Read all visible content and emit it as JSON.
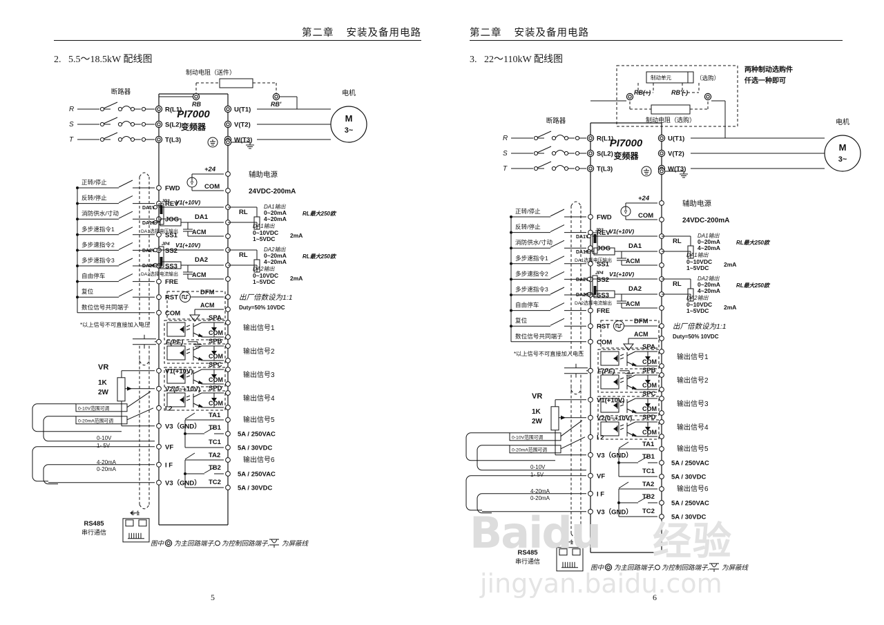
{
  "document": {
    "header_title": "第二章",
    "header_title2": "安装及备用电路",
    "watermark": {
      "part1": "Baidu",
      "part2": "经验",
      "url": "jingyan.baidu.com"
    }
  },
  "pages": [
    {
      "number": "5",
      "section_index": "2.",
      "section_title": "5.5～18.5kW 配线图"
    },
    {
      "number": "6",
      "section_index": "3.",
      "section_title": "22～110kW 配线图"
    }
  ],
  "diagram": {
    "drive_name": "PI7000",
    "drive_sub": "变频器",
    "breaker_label": "断路器",
    "motor_label": "电机",
    "motor_symbol": "M",
    "motor_phase": "3~",
    "input_phases": [
      "R",
      "S",
      "T"
    ],
    "input_terminals": [
      "R(L1)",
      "S(L2)",
      "T(L3)"
    ],
    "output_terminals": [
      "U(T1)",
      "V(T2)",
      "W(T3)"
    ],
    "brake_resistor_title_1": "制动电阻（送件）",
    "brake_terminals_1": [
      "RB",
      "RB'"
    ],
    "brake_unit_label": "制动单元",
    "brake_unit_option": "（选购）",
    "brake_resistor_title_2": "制动电阻（选购）",
    "brake_terminals_2": [
      "RB(+)",
      "RB'(-)"
    ],
    "brake_note_line1": "两种制动选购件",
    "brake_note_line2": "仟选一种即可",
    "digital_inputs": [
      {
        "label": "正转/停止",
        "terminal": "FWD"
      },
      {
        "label": "反转/停止",
        "terminal": "REV"
      },
      {
        "label": "消防供水/寸动",
        "terminal": "JOG"
      },
      {
        "label": "多步速指令1",
        "terminal": "SS1"
      },
      {
        "label": "多步速指令2",
        "terminal": "SS2"
      },
      {
        "label": "多步速指令3",
        "terminal": "SS3"
      },
      {
        "label": "自由停车",
        "terminal": "FRE"
      },
      {
        "label": "复位",
        "terminal": "RST"
      },
      {
        "label": "数位信号共同端子",
        "terminal": "COM"
      }
    ],
    "digital_note": "*以上信号不可直接加入电压",
    "pe_terminal": "E(PE)",
    "vr_label": "VR",
    "vr_res": "1K",
    "vr_watt": "2W",
    "analog_terminals": [
      "V1(+10V)",
      "V2(0~+10V)",
      "I 2",
      "V3（GND）",
      "VF",
      "I F",
      "V3（GND）"
    ],
    "analog_note_v": "0-10V范围可调",
    "analog_note_i": "0-20mA范围可调",
    "vf_range1": "0-10V",
    "vf_range2": "1- 5V",
    "if_range1": "4-20mA",
    "if_range2": "0-20mA",
    "rs485_label": "RS485",
    "rs485_sub": "串行通信",
    "rs485_pins": "6    1",
    "aux_power": {
      "plus24": "+24",
      "com": "COM",
      "title": "辅助电源",
      "spec": "24VDC-200mA"
    },
    "da_blocks": [
      {
        "jumper": "JP3",
        "pin_v": "DA1V",
        "pin_c": "DA1C",
        "jumper_note": "DA1选择电压输出",
        "vref": "V1(+10V)",
        "signal": "DA1",
        "acm": "ACM",
        "rl": "RL",
        "out_title": "DA1输出",
        "out_i1": "0~20mA",
        "out_i2": "4~20mA",
        "rl_note": "RL最大250欧",
        "out_title2": "DA1输出",
        "out_v1": "0~10VDC",
        "out_v2": "1~5VDC",
        "out_ma": "2mA"
      },
      {
        "jumper": "JP4",
        "pin_v": "DA2V",
        "pin_c": "DA2C",
        "jumper_note": "DA2选择电流输出",
        "vref": "V1(+10V)",
        "signal": "DA2",
        "acm": "ACM",
        "rl": "RL",
        "out_title": "DA2输出",
        "out_i1": "0~20mA",
        "out_i2": "4~20mA",
        "rl_note": "RL最大250欧",
        "out_title2": "DA2输出",
        "out_v1": "0~10VDC",
        "out_v2": "1~5VDC",
        "out_ma": "2mA"
      }
    ],
    "dfm": {
      "terminal": "DFM",
      "acm": "ACM",
      "note": "出厂倍数设为1:1",
      "duty": "Duty=50%  10VDC"
    },
    "opto_outputs": [
      {
        "terminal": "SPA",
        "com": "COM",
        "label": "输出信号1"
      },
      {
        "terminal": "SPB",
        "com": "COM",
        "label": "输出信号2"
      },
      {
        "terminal": "SPC",
        "com": "COM",
        "label": "输出信号3"
      },
      {
        "terminal": "SPD",
        "com": "COM",
        "label": "输出信号4"
      }
    ],
    "relay_outputs": [
      {
        "ta": "TA1",
        "tb": "TB1",
        "tc": "TC1",
        "label": "输出信号5",
        "ac": "5A / 250VAC",
        "dc": "5A / 30VDC"
      },
      {
        "ta": "TA2",
        "tb": "TB2",
        "tc": "TC2",
        "label": "输出信号6",
        "ac": "5A / 250VAC",
        "dc": "5A / 30VDC"
      }
    ],
    "legend": {
      "a": "图中",
      "b": "为主回路端子,",
      "c": "为控制回路端子,",
      "d": "为屏蔽线"
    }
  }
}
